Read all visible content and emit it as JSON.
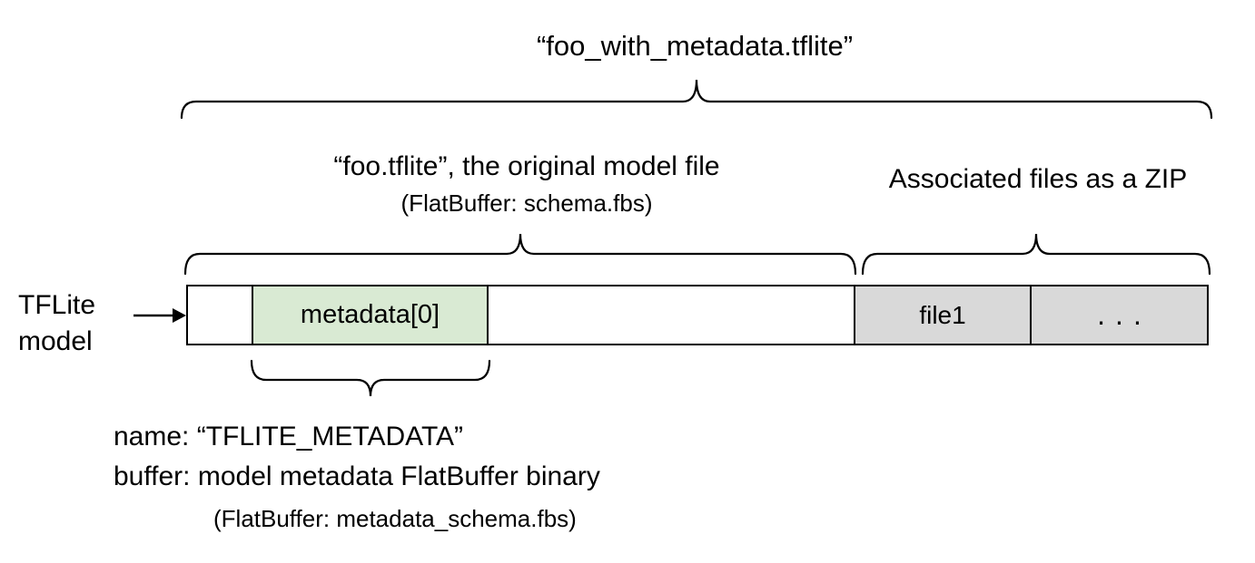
{
  "title": "“foo_with_metadata.tflite”",
  "model_section": {
    "label": "“foo.tflite”, the original model file",
    "sublabel": "(FlatBuffer: schema.fbs)"
  },
  "zip_section": {
    "label": "Associated files as a ZIP"
  },
  "pointer": {
    "label_line1": "TFLite",
    "label_line2": "model"
  },
  "bar": {
    "segments": [
      {
        "id": "leading-bytes",
        "label": "",
        "fill": "#ffffff"
      },
      {
        "id": "metadata",
        "label": "metadata[0]",
        "fill": "#d9ead3"
      },
      {
        "id": "model-body",
        "label": "",
        "fill": "#ffffff"
      },
      {
        "id": "file1",
        "label": "file1",
        "fill": "#d9d9d9"
      },
      {
        "id": "more-files",
        "label": "...",
        "fill": "#d9d9d9"
      }
    ]
  },
  "metadata_note": {
    "line1": "name: “TFLITE_METADATA”",
    "line2": "buffer: model metadata FlatBuffer binary",
    "line3": "(FlatBuffer: metadata_schema.fbs)"
  },
  "colors": {
    "metadata_fill": "#d9ead3",
    "associated_file_fill": "#d9d9d9",
    "stroke": "#000000"
  }
}
